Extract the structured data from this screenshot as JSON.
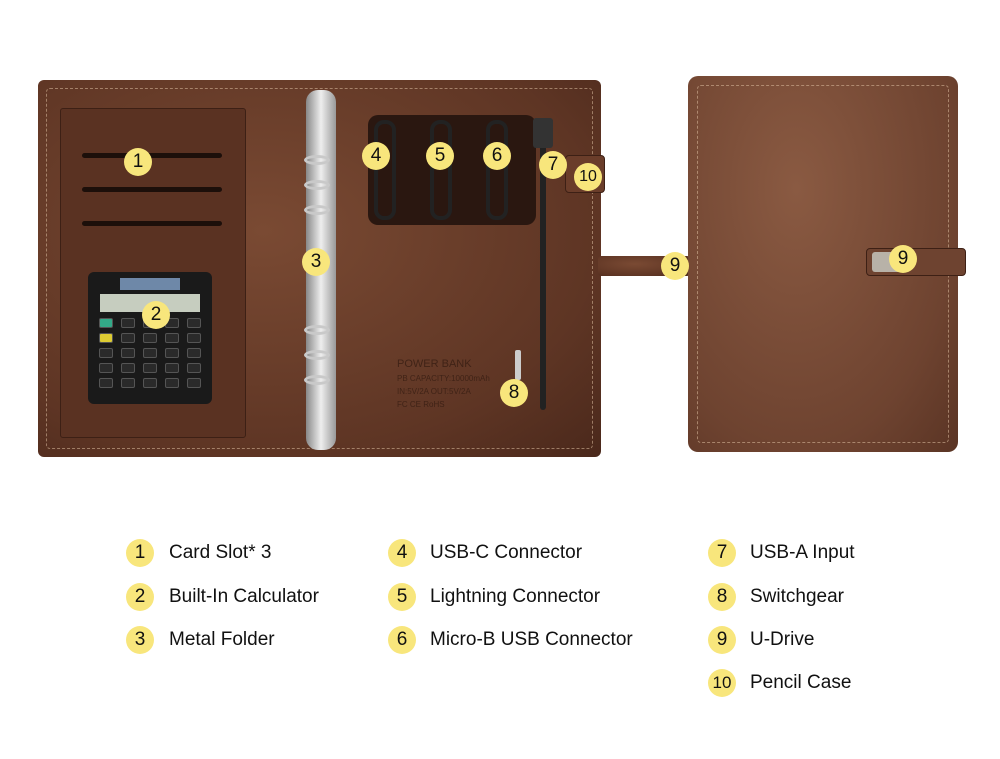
{
  "colors": {
    "leather": "#5e3524",
    "badge": "#f8e67c",
    "text": "#111111"
  },
  "power_bank": {
    "title": "POWER BANK",
    "line1": "PB CAPACITY:10000mAh",
    "line2": "IN:5V/2A   OUT:5V/2A",
    "line3": "FC CE RoHS"
  },
  "callouts": [
    "1",
    "2",
    "3",
    "4",
    "5",
    "6",
    "7",
    "8",
    "9",
    "10",
    "9"
  ],
  "legend": [
    {
      "num": "1",
      "label": "Card Slot* 3"
    },
    {
      "num": "2",
      "label": "Built-In Calculator"
    },
    {
      "num": "3",
      "label": "Metal Folder"
    },
    {
      "num": "4",
      "label": "USB-C Connector"
    },
    {
      "num": "5",
      "label": "Lightning Connector"
    },
    {
      "num": "6",
      "label": "Micro-B USB Connector"
    },
    {
      "num": "7",
      "label": "USB-A Input"
    },
    {
      "num": "8",
      "label": "Switchgear"
    },
    {
      "num": "9",
      "label": "U-Drive"
    },
    {
      "num": "10",
      "label": "Pencil Case"
    }
  ]
}
